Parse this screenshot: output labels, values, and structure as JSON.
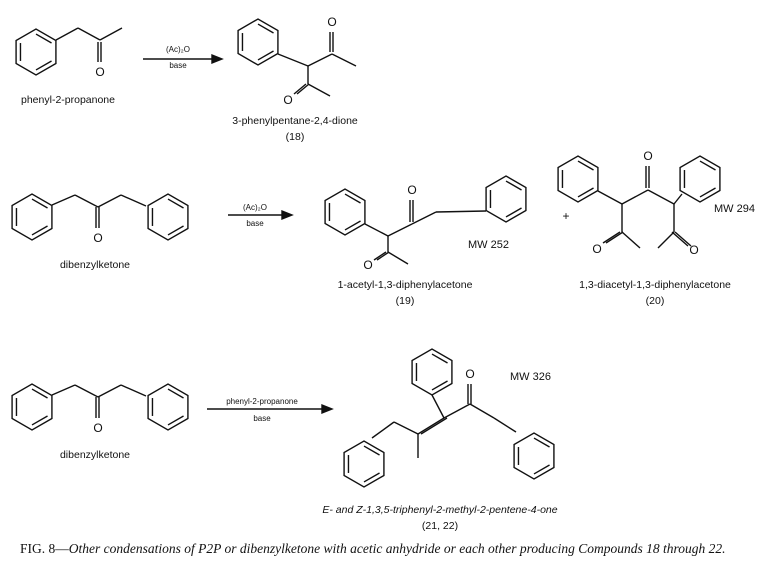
{
  "reactions": [
    {
      "reactant": "phenyl-2-propanone",
      "reagent_top": "(Ac)₂O",
      "reagent_bottom": "base",
      "products": [
        {
          "name": "3-phenylpentane-2,4-dione",
          "number": "(18)"
        }
      ]
    },
    {
      "reactant": "dibenzylketone",
      "reagent_top": "(Ac)₂O",
      "reagent_bottom": "base",
      "plus": "+",
      "products": [
        {
          "name": "1-acetyl-1,3-diphenylacetone",
          "number": "(19)",
          "mw": "MW 252"
        },
        {
          "name": "1,3-diacetyl-1,3-diphenylacetone",
          "number": "(20)",
          "mw": "MW 294"
        }
      ]
    },
    {
      "reactant": "dibenzylketone",
      "reagent_top": "phenyl-2-propanone",
      "reagent_bottom": "base",
      "products": [
        {
          "name": "E- and Z-1,3,5-triphenyl-2-methyl-2-pentene-4-one",
          "number": "(21, 22)",
          "mw": "MW 326"
        }
      ]
    }
  ],
  "atom_label": "O",
  "caption": {
    "figure_label": "FIG. 8—",
    "text": "Other condensations of P2P or dibenzylketone with acetic anhydride or each other producing Compounds 18 through 22."
  }
}
